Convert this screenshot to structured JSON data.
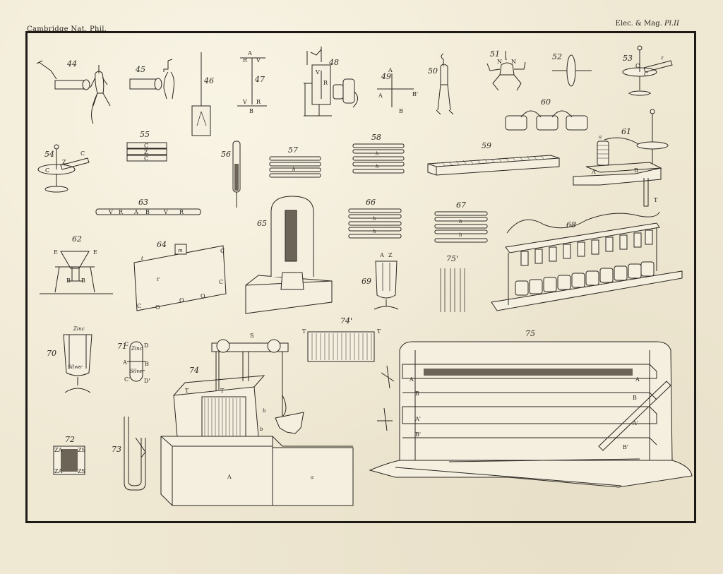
{
  "header": {
    "left": "Cambridge Nat. Phil.",
    "right_main": "Elec. & Mag.",
    "right_plate": "Pl.II"
  },
  "figures": {
    "f44": "44",
    "f45": "45",
    "f46": "46",
    "f47": "47",
    "f48": "48",
    "f49": "49",
    "f50": "50",
    "f51": "51",
    "f52": "52",
    "f53": "53",
    "f54": "54",
    "f55": "55",
    "f56": "56",
    "f57": "57",
    "f58": "58",
    "f59": "59",
    "f60": "60",
    "f61": "61",
    "f62": "62",
    "f63": "63",
    "f64": "64",
    "f65": "65",
    "f66": "66",
    "f67": "67",
    "f68": "68",
    "f69": "69",
    "f70": "70",
    "f71": "71",
    "f72": "72",
    "f73": "73",
    "f74": "74",
    "f74p": "74'",
    "f75": "75",
    "f75p": "75'"
  },
  "labels": {
    "A": "A",
    "B": "B",
    "V": "V",
    "R": "R",
    "C": "C",
    "Z": "Z",
    "N": "N",
    "E": "E",
    "D": "D",
    "S": "S",
    "T": "T",
    "m": "m",
    "O": "O",
    "a": "a",
    "b": "b",
    "c": "c",
    "z": "z",
    "t": "t",
    "h": "h",
    "Ap": "A'",
    "Bp": "B'",
    "Cp": "C'",
    "Dp": "D'",
    "tp": "t'",
    "zinc": "Zinc",
    "silver": "Silver",
    "ZA": "ZA",
    "ZS": "ZS"
  }
}
